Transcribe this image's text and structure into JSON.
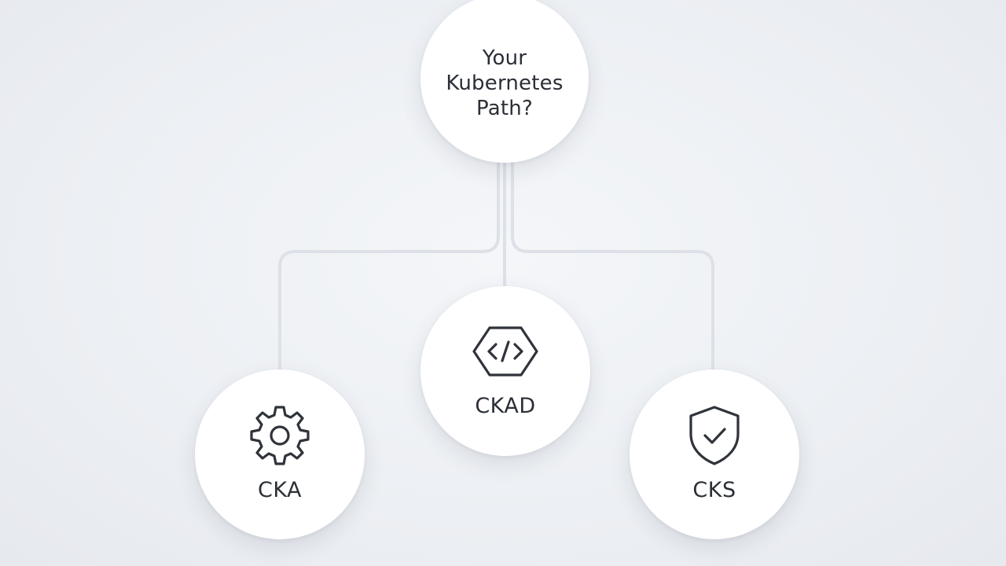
{
  "diagram": {
    "root": {
      "label": "Your Kubernetes Path?"
    },
    "children": [
      {
        "label": "CKA",
        "icon": "gear-icon"
      },
      {
        "label": "CKAD",
        "icon": "code-hexagon-icon"
      },
      {
        "label": "CKS",
        "icon": "shield-check-icon"
      }
    ]
  },
  "colors": {
    "background": "#eceff3",
    "node": "#ffffff",
    "connector": "#dde1e7",
    "text": "#2b2f36"
  }
}
